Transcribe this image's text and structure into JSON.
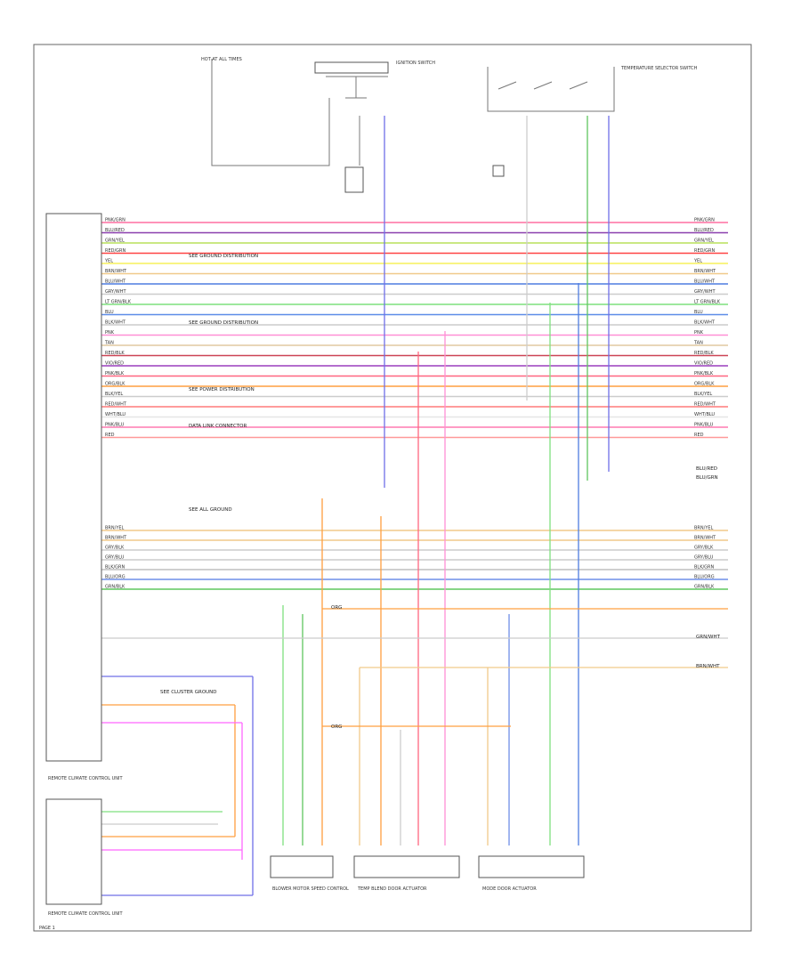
{
  "diagram": {
    "page_label": "PAGE 1",
    "modules": {
      "upper_unit": "",
      "main_unit_caption": "REMOTE CLIMATE CONTROL UNIT",
      "lower_unit_caption": "REMOTE CLIMATE CONTROL UNIT"
    },
    "top_components": [
      {
        "id": "left",
        "text": "HOT AT ALL TIMES"
      },
      {
        "id": "mid",
        "text": "IGNITION SWITCH"
      },
      {
        "id": "right",
        "text": "TEMPERATURE SELECTOR SWITCH"
      }
    ],
    "notes": [
      {
        "id": "n1",
        "text": "SEE GROUND DISTRIBUTION"
      },
      {
        "id": "n2",
        "text": "SEE GROUND DISTRIBUTION"
      },
      {
        "id": "n3",
        "text": "SEE POWER DISTRIBUTION"
      },
      {
        "id": "n4",
        "text": "DATA LINK CONNECTOR"
      },
      {
        "id": "n5",
        "text": "SEE ALL GROUND"
      },
      {
        "id": "n6",
        "text": "SEE CLUSTER GROUND"
      }
    ],
    "bottom_components": [
      {
        "id": "actuator",
        "text": "BLOWER MOTOR SPEED CONTROL"
      },
      {
        "id": "blend1",
        "text": "TEMP BLEND DOOR ACTUATOR"
      },
      {
        "id": "blend2",
        "text": "MODE DOOR ACTUATOR"
      }
    ],
    "wires": [
      {
        "color": "#ff6fa0",
        "label": "PNK/GRN"
      },
      {
        "color": "#8a3fae",
        "label": "BLU/RED"
      },
      {
        "color": "#b8e05a",
        "label": "GRN/YEL"
      },
      {
        "color": "#ff4444",
        "label": "RED/GRN"
      },
      {
        "color": "#f7f05a",
        "label": "YEL"
      },
      {
        "color": "#f0c98a",
        "label": "BRN/WHT"
      },
      {
        "color": "#4f7de0",
        "label": "BLU/WHT"
      },
      {
        "color": "#cccccc",
        "label": "GRY/WHT"
      },
      {
        "color": "#7fe07f",
        "label": "LT GRN/BLK"
      },
      {
        "color": "#5d8ce8",
        "label": "BLU"
      },
      {
        "color": "#cccccc",
        "label": "BLK/WHT"
      },
      {
        "color": "#ff8fd6",
        "label": "PNK"
      },
      {
        "color": "#e0c9a0",
        "label": "TAN"
      },
      {
        "color": "#cc4455",
        "label": "RED/BLK"
      },
      {
        "color": "#9a3fbe",
        "label": "VIO/RED"
      },
      {
        "color": "#ff6680",
        "label": "PNK/BLK"
      },
      {
        "color": "#ff9f40",
        "label": "ORG/BLK"
      },
      {
        "color": "#cccccc",
        "label": "BLK/YEL"
      },
      {
        "color": "#ff7a7a",
        "label": "RED/WHT"
      },
      {
        "color": "#e6e6e6",
        "label": "WHT/BLU"
      },
      {
        "color": "#ff7ab0",
        "label": "PNK/BLU"
      },
      {
        "color": "#ff9999",
        "label": "RED"
      }
    ],
    "wires2": [
      {
        "color": "#f0c98a",
        "label": "BRN/YEL"
      },
      {
        "color": "#f0c98a",
        "label": "BRN/WHT"
      },
      {
        "color": "#cccccc",
        "label": "GRY/BLK"
      },
      {
        "color": "#cccccc",
        "label": "GRY/BLU"
      },
      {
        "color": "#bfbfbf",
        "label": "BLK/GRN"
      },
      {
        "color": "#6f8fe8",
        "label": "BLU/ORG"
      },
      {
        "color": "#5fc75f",
        "label": "GRN/BLK"
      }
    ],
    "extra_labels": {
      "org1": "ORG",
      "org2": "ORG",
      "grn_wht": "GRN/WHT",
      "brn_wht": "BRN/WHT",
      "right_a": "BLU/RED",
      "right_b": "BLU/GRN"
    }
  }
}
